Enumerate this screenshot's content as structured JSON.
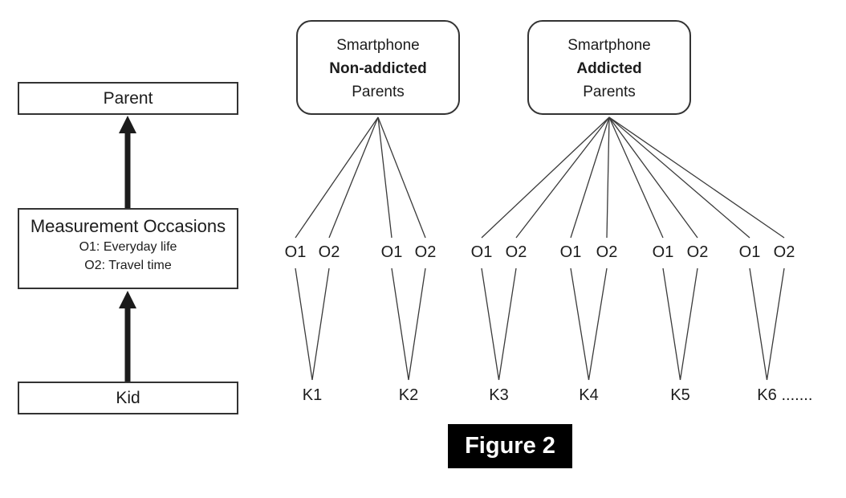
{
  "figure": {
    "caption": "Figure 2"
  },
  "left_panel": {
    "parent_label": "Parent",
    "measurement": {
      "title": "Measurement Occasions",
      "items": [
        "O1: Everyday life",
        "O2: Travel time"
      ]
    },
    "kid_label": "Kid"
  },
  "groups": [
    {
      "box_lines": [
        "Smartphone",
        "Non-addicted",
        "Parents"
      ],
      "kids": [
        {
          "label": "K1",
          "occasions": [
            "O1",
            "O2"
          ]
        },
        {
          "label": "K2",
          "occasions": [
            "O1",
            "O2"
          ]
        }
      ]
    },
    {
      "box_lines": [
        "Smartphone",
        "Addicted",
        "Parents"
      ],
      "kids": [
        {
          "label": "K3",
          "occasions": [
            "O1",
            "O2"
          ]
        },
        {
          "label": "K4",
          "occasions": [
            "O1",
            "O2"
          ]
        },
        {
          "label": "K5",
          "occasions": [
            "O1",
            "O2"
          ]
        },
        {
          "label": "K6",
          "occasions": [
            "O1",
            "O2"
          ],
          "suffix": "......."
        }
      ]
    }
  ],
  "colors": {
    "line": "#3a3a3a",
    "border": "#333333",
    "text": "#1c1c1c",
    "caption_bg": "#000000",
    "caption_text": "#ffffff"
  }
}
